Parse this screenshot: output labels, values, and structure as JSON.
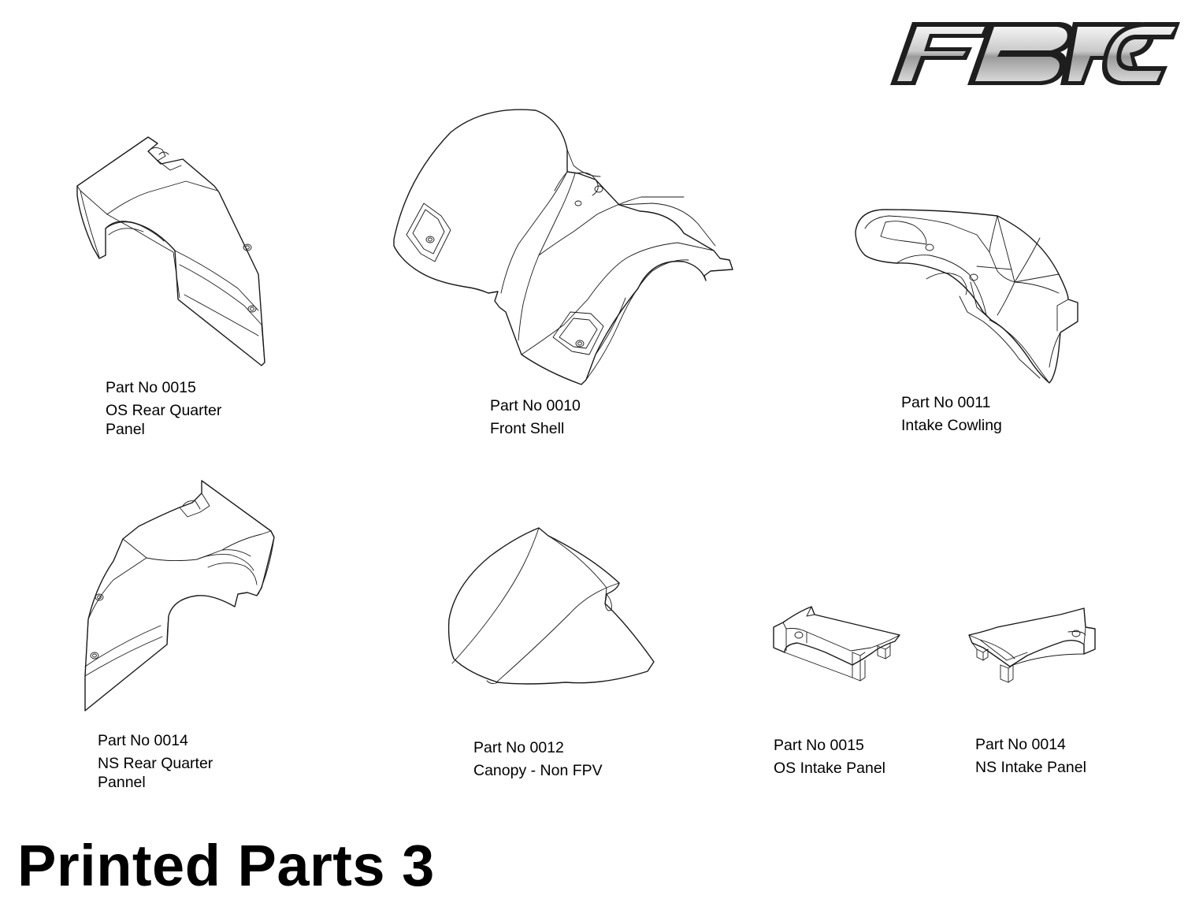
{
  "logo": {
    "text": "FBRC",
    "colors": {
      "outline": "#1e1e1e",
      "fill_top": "#f2f2f2",
      "fill_bottom": "#8c8c8c"
    }
  },
  "page_title": "Printed Parts 3",
  "parts": [
    {
      "id": "os-rear-quarter-panel",
      "part_no": "Part No 0015",
      "name_lines": [
        "OS Rear Quarter",
        "Panel"
      ]
    },
    {
      "id": "front-shell",
      "part_no": "Part No 0010",
      "name_lines": [
        "Front Shell"
      ]
    },
    {
      "id": "intake-cowling",
      "part_no": "Part No 0011",
      "name_lines": [
        "Intake Cowling"
      ]
    },
    {
      "id": "ns-rear-quarter-panel",
      "part_no": "Part No 0014",
      "name_lines": [
        "NS Rear Quarter",
        "Pannel"
      ]
    },
    {
      "id": "canopy-non-fpv",
      "part_no": "Part No 0012",
      "name_lines": [
        "Canopy - Non FPV"
      ]
    },
    {
      "id": "os-intake-panel",
      "part_no": "Part No 0015",
      "name_lines": [
        "OS Intake Panel"
      ]
    },
    {
      "id": "ns-intake-panel",
      "part_no": "Part No 0014",
      "name_lines": [
        "NS Intake Panel"
      ]
    }
  ]
}
